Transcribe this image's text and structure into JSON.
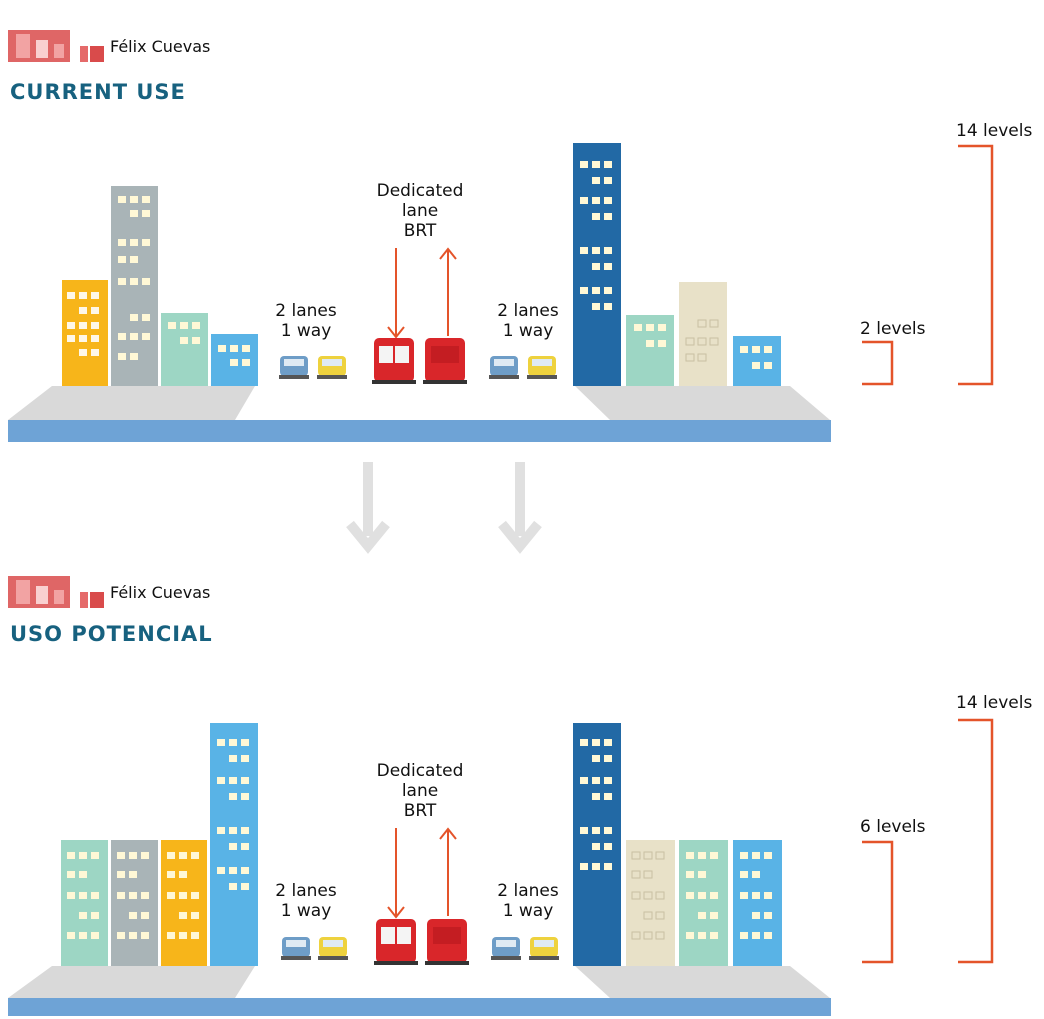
{
  "top": {
    "station_name": "Félix Cuevas",
    "heading": "CURRENT USE",
    "lane_label_left": [
      "2 lanes",
      "1 way"
    ],
    "lane_label_right": [
      "2 lanes",
      "1 way"
    ],
    "brt_label": [
      "Dedicated",
      "lane",
      "BRT"
    ],
    "bracket_tall_label": "14 levels",
    "bracket_short_label": "2 levels"
  },
  "bottom": {
    "station_name": "Félix Cuevas",
    "heading": "USO POTENCIAL",
    "lane_label_left": [
      "2 lanes",
      "1 way"
    ],
    "lane_label_right": [
      "2 lanes",
      "1 way"
    ],
    "brt_label": [
      "Dedicated",
      "lane",
      "BRT"
    ],
    "bracket_tall_label": "14 levels",
    "bracket_short_label": "6 levels"
  },
  "colors": {
    "heading": "#17617f",
    "orange_building": "#f7b51a",
    "gray_building": "#a9b4b7",
    "mint_building": "#9dd6c4",
    "sky_building": "#59b3e6",
    "navy_building": "#2269a5",
    "beige_building": "#e8e1c8",
    "bus_red": "#d9262a",
    "arrow_orange": "#e4542a",
    "road_blue": "#6ea3d6",
    "sidewalk_gray": "#d9d9d9",
    "transition_arrow": "#e0e0e0"
  }
}
